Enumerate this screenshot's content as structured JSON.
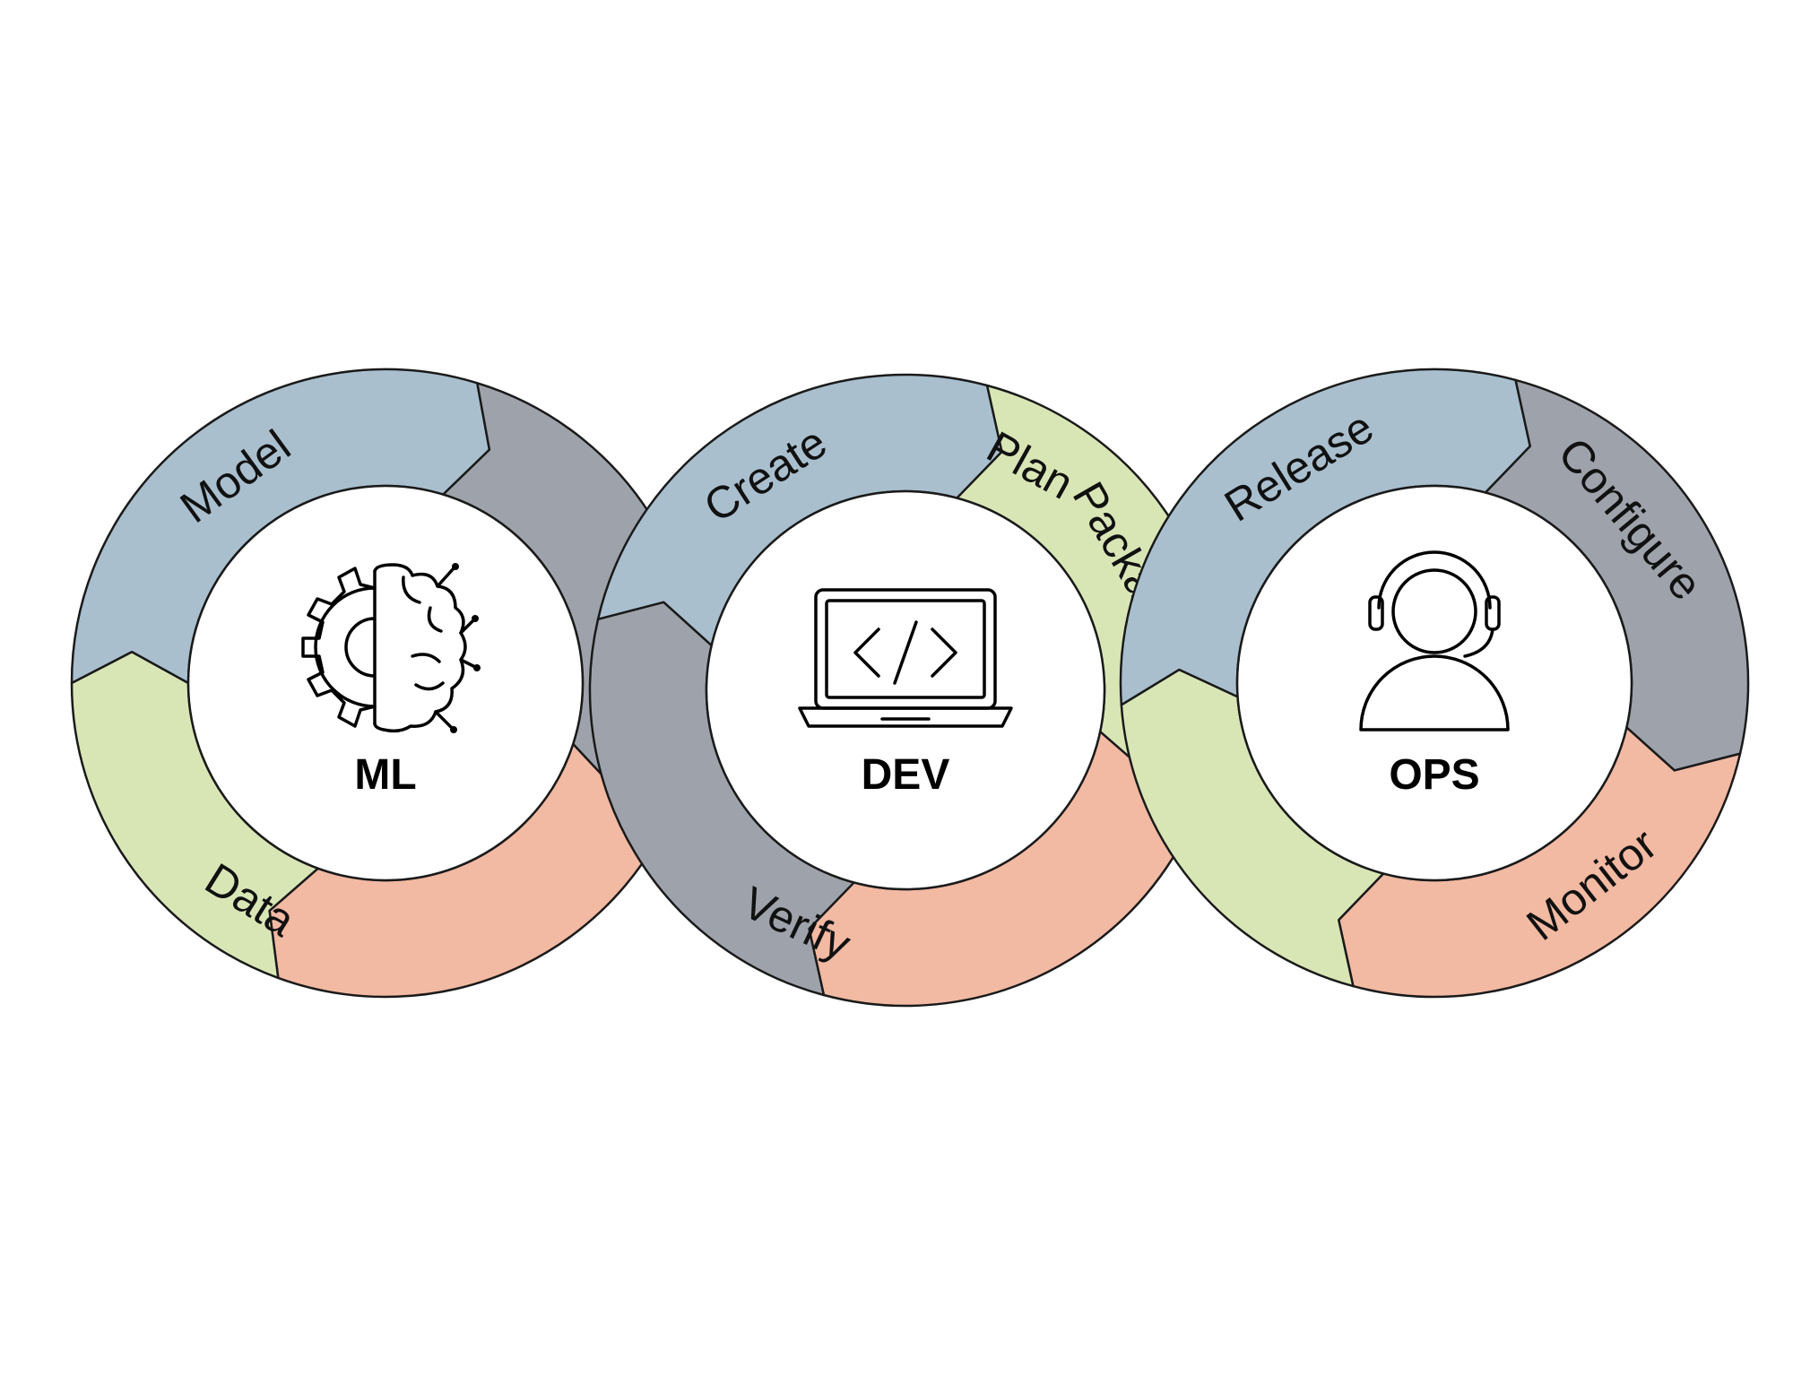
{
  "colors": {
    "blue": "#a9bfce",
    "gray": "#9ea3ab",
    "green": "#d8e6b6",
    "salmon": "#f2b9a3",
    "outline": "#1a1a1a",
    "background": "#ffffff"
  },
  "cycles": [
    {
      "hub_label": "ML",
      "icon": "brain-gear-icon",
      "segments": [
        {
          "label": "Model",
          "color": "blue"
        },
        {
          "label": "",
          "color": "gray"
        },
        {
          "label": "",
          "color": "salmon"
        },
        {
          "label": "Data",
          "color": "green"
        }
      ]
    },
    {
      "hub_label": "DEV",
      "icon": "laptop-code-icon",
      "segments": [
        {
          "label": "Create",
          "color": "blue"
        },
        {
          "label": "Plan",
          "color": "green"
        },
        {
          "label": "Package",
          "color": "salmon"
        },
        {
          "label": "Verify",
          "color": "gray"
        }
      ]
    },
    {
      "hub_label": "OPS",
      "icon": "support-agent-icon",
      "segments": [
        {
          "label": "Release",
          "color": "blue"
        },
        {
          "label": "Configure",
          "color": "gray"
        },
        {
          "label": "Monitor",
          "color": "salmon"
        },
        {
          "label": "",
          "color": "green"
        }
      ]
    }
  ]
}
